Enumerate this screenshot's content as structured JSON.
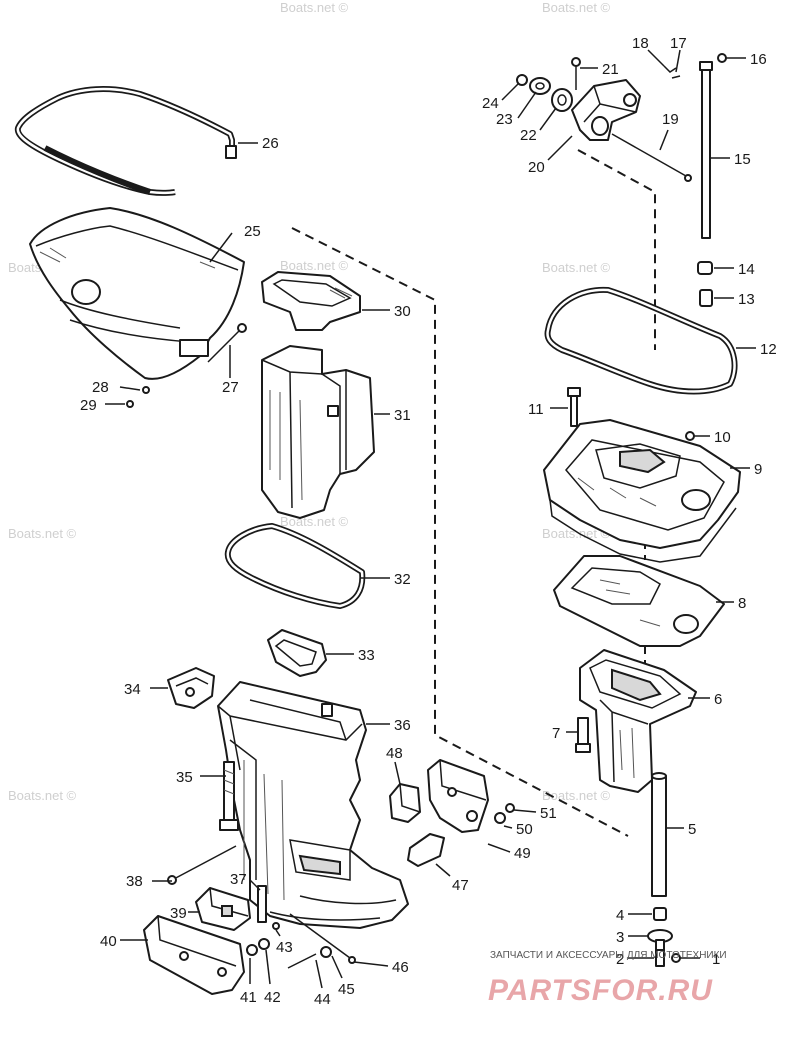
{
  "watermarks": [
    "Boats.net ©",
    "Boats.net ©",
    "Boats.net ©",
    "Boats.net ©",
    "Boats.net ©",
    "Boats.net ©",
    "Boats.net ©",
    "Boats.net ©",
    "Boats.net ©",
    "Boats.net ©"
  ],
  "branding": {
    "tagline": "ЗАПЧАСТИ И АКСЕССУАРЫ ДЛЯ МОТОТЕХНИКИ",
    "logo_text": "PARTSFOR.RU",
    "tagline_color": "#555555",
    "logo_color": "#e8a6a9"
  },
  "callouts": [
    "1",
    "2",
    "3",
    "4",
    "5",
    "6",
    "7",
    "8",
    "9",
    "10",
    "11",
    "12",
    "13",
    "14",
    "15",
    "16",
    "17",
    "18",
    "19",
    "20",
    "21",
    "22",
    "23",
    "24",
    "25",
    "26",
    "27",
    "28",
    "29",
    "30",
    "31",
    "32",
    "33",
    "34",
    "35",
    "36",
    "37",
    "38",
    "39",
    "40",
    "41",
    "42",
    "43",
    "44",
    "45",
    "46",
    "47",
    "48",
    "49",
    "50",
    "51"
  ]
}
